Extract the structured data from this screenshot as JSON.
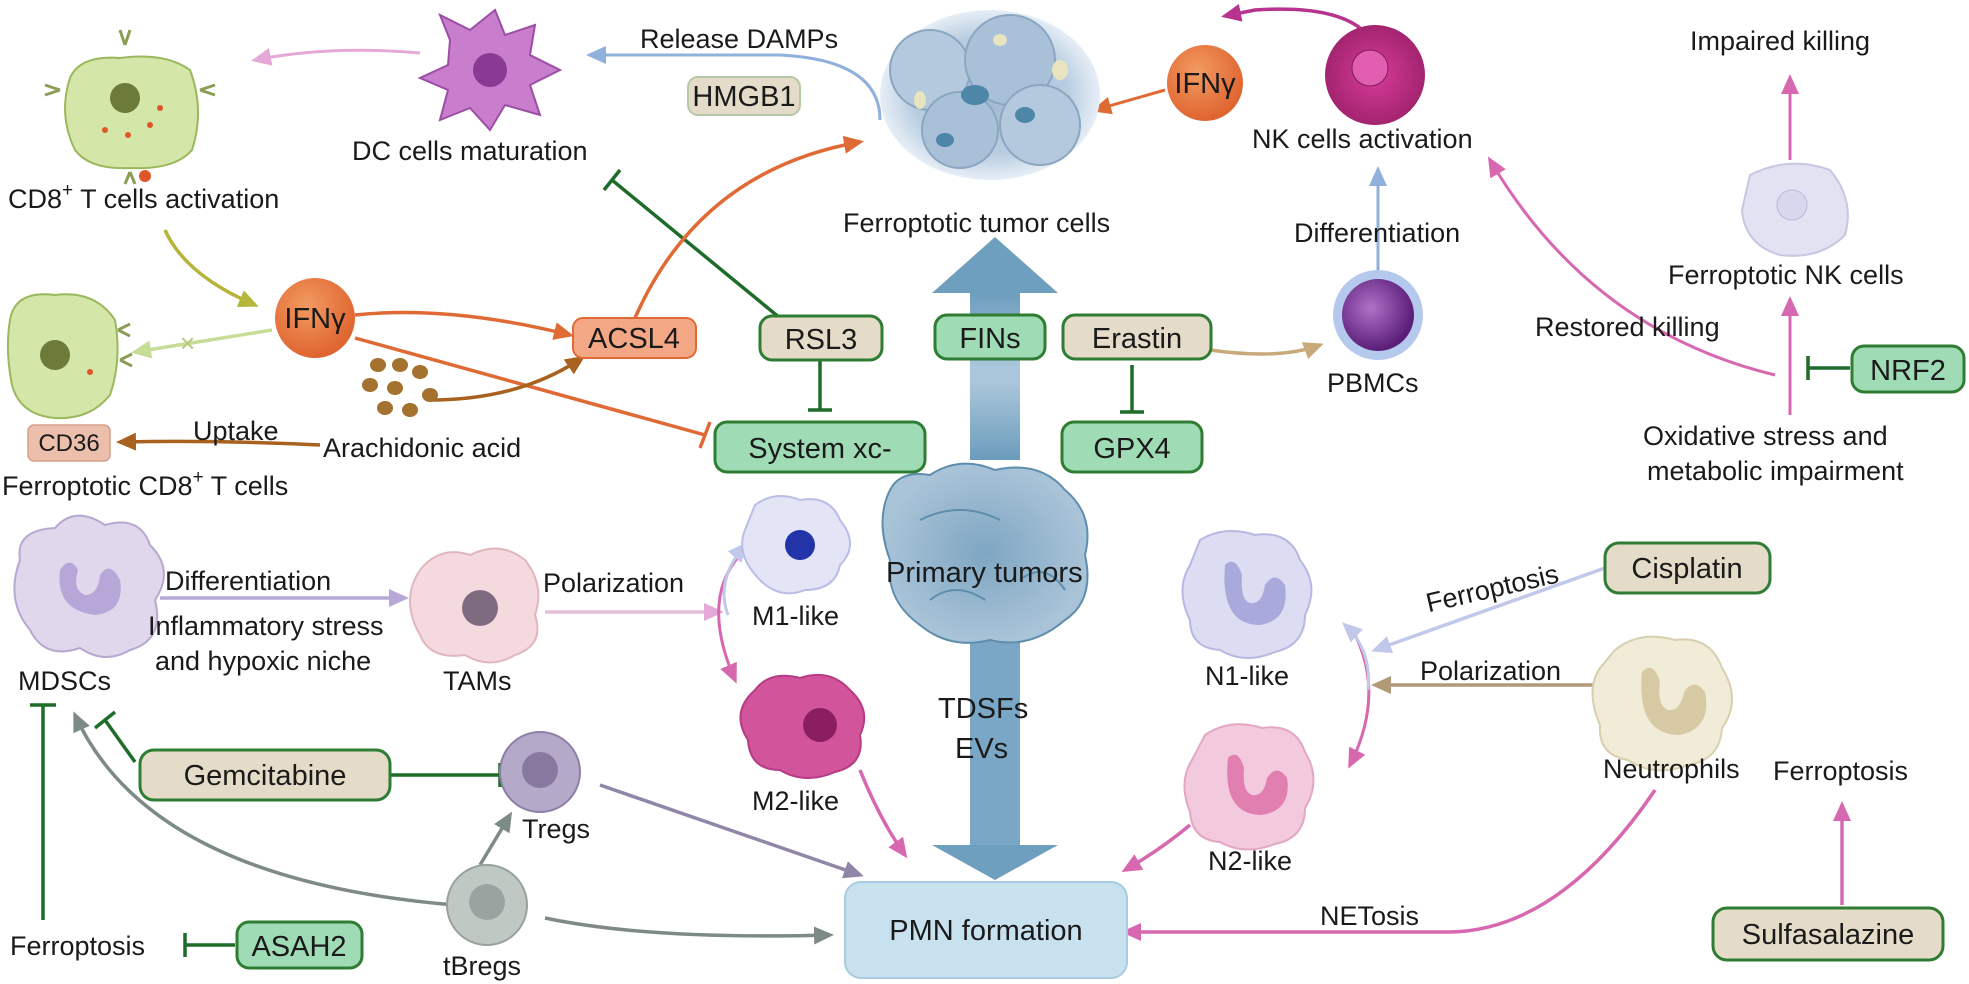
{
  "labels": {
    "release_damps": "Release DAMPs",
    "dc_maturation": "DC cells maturation",
    "cd8_activation_main": "CD8",
    "cd8_activation_sup": "+",
    "cd8_activation_rest": " T cells activation",
    "ferroptotic_tumor": "Ferroptotic tumor cells",
    "nk_activation": "NK cells activation",
    "impaired_killing": "Impaired killing",
    "differentiation_top": "Differentiation",
    "ferroptotic_nk": "Ferroptotic NK cells",
    "restored_killing": "Restored killing",
    "pbmcs": "PBMCs",
    "oxidative_stress": "Oxidative stress and",
    "metabolic_impairment": "metabolic impairment",
    "uptake": "Uptake",
    "arachidonic_acid": "Arachidonic acid",
    "ferroptotic_cd8_main": "Ferroptotic CD8",
    "ferroptotic_cd8_sup": "+",
    "ferroptotic_cd8_rest": " T cells",
    "differentiation_mdsc": "Differentiation",
    "inflammatory_stress": "Inflammatory stress",
    "hypoxic_niche": "and hypoxic niche",
    "polarization_tam": "Polarization",
    "mdscs": "MDSCs",
    "tams": "TAMs",
    "m1_like": "M1-like",
    "m2_like": "M2-like",
    "primary_tumors": "Primary tumors",
    "tdsfs": "TDSFs",
    "evs": "EVs",
    "tregs": "Tregs",
    "tbregs": "tBregs",
    "ferroptosis_left": "Ferroptosis",
    "n1_like": "N1-like",
    "n2_like": "N2-like",
    "ferroptosis_cis": "Ferroptosis",
    "polarization_neu": "Polarization",
    "neutrophils": "Neutrophils",
    "ferroptosis_sulfa": "Ferroptosis",
    "netosis": "NETosis"
  },
  "boxes": {
    "hmgb1": "HMGB1",
    "acsl4": "ACSL4",
    "rsl3": "RSL3",
    "fins": "FINs",
    "erastin": "Erastin",
    "system_xc": "System xc-",
    "gpx4": "GPX4",
    "nrf2": "NRF2",
    "cd36": "CD36",
    "cisplatin": "Cisplatin",
    "gemcitabine": "Gemcitabine",
    "asah2": "ASAH2",
    "sulfasalazine": "Sulfasalazine",
    "pmn_formation": "PMN formation"
  },
  "circles": {
    "ifny_top": "IFNγ",
    "ifny_left": "IFNγ"
  },
  "colors": {
    "drug_box_fill": "#e4dcc8",
    "drug_box_stroke": "#2f7d32",
    "green_box_fill": "#9fdcb5",
    "acsl4_fill": "#f4a785",
    "ifn_fill": "#e8713a",
    "pmn_fill": "#c8e1ef",
    "big_arrow": "#6f9fbf",
    "inhibit_green": "#1f6b2a",
    "orange_arrow": "#e06a35",
    "pink_arrow": "#d768b0",
    "gray_arrow": "#7e8a86",
    "tan_arrow": "#a8875d"
  }
}
